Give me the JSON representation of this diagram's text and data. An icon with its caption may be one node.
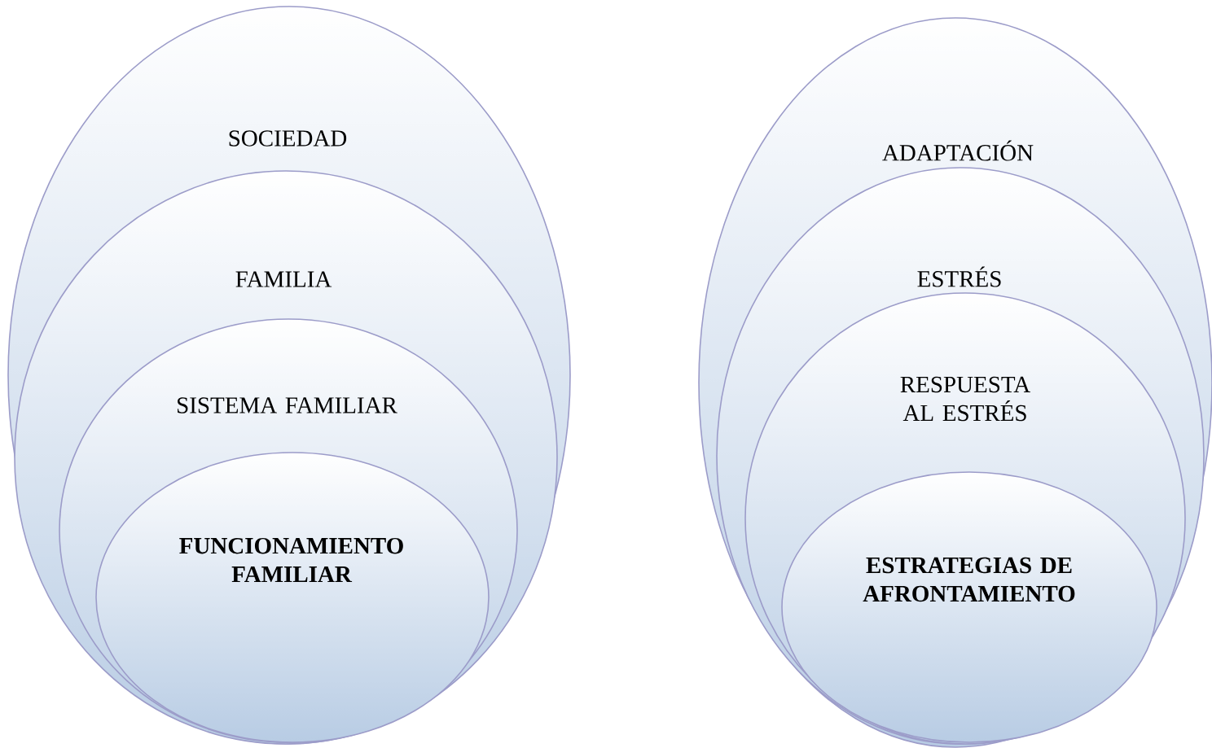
{
  "diagram": {
    "nodes": [
      {
        "text": [
          "SOCIEDAD"
        ]
      },
      {
        "text": [
          "FAMILIA"
        ],
        "in": 0
      },
      {
        "text": [
          "SISTEMA FAMILIAR"
        ],
        "in": 1
      },
      {
        "text": [
          "FUNCIONAMIENTO FAMILIAR"
        ],
        "in": 2
      },
      {
        "text": [
          "ADAPTACIÓN"
        ]
      },
      {
        "text": [
          "ESTRÉS"
        ],
        "in": 4
      },
      {
        "text": [
          "RESPUESTA AL ESTRÉS"
        ],
        "in": 5
      },
      {
        "text": [
          "ESTRATEGIAS DE AFRONTAMIENTO"
        ],
        "in": 6
      }
    ]
  }
}
